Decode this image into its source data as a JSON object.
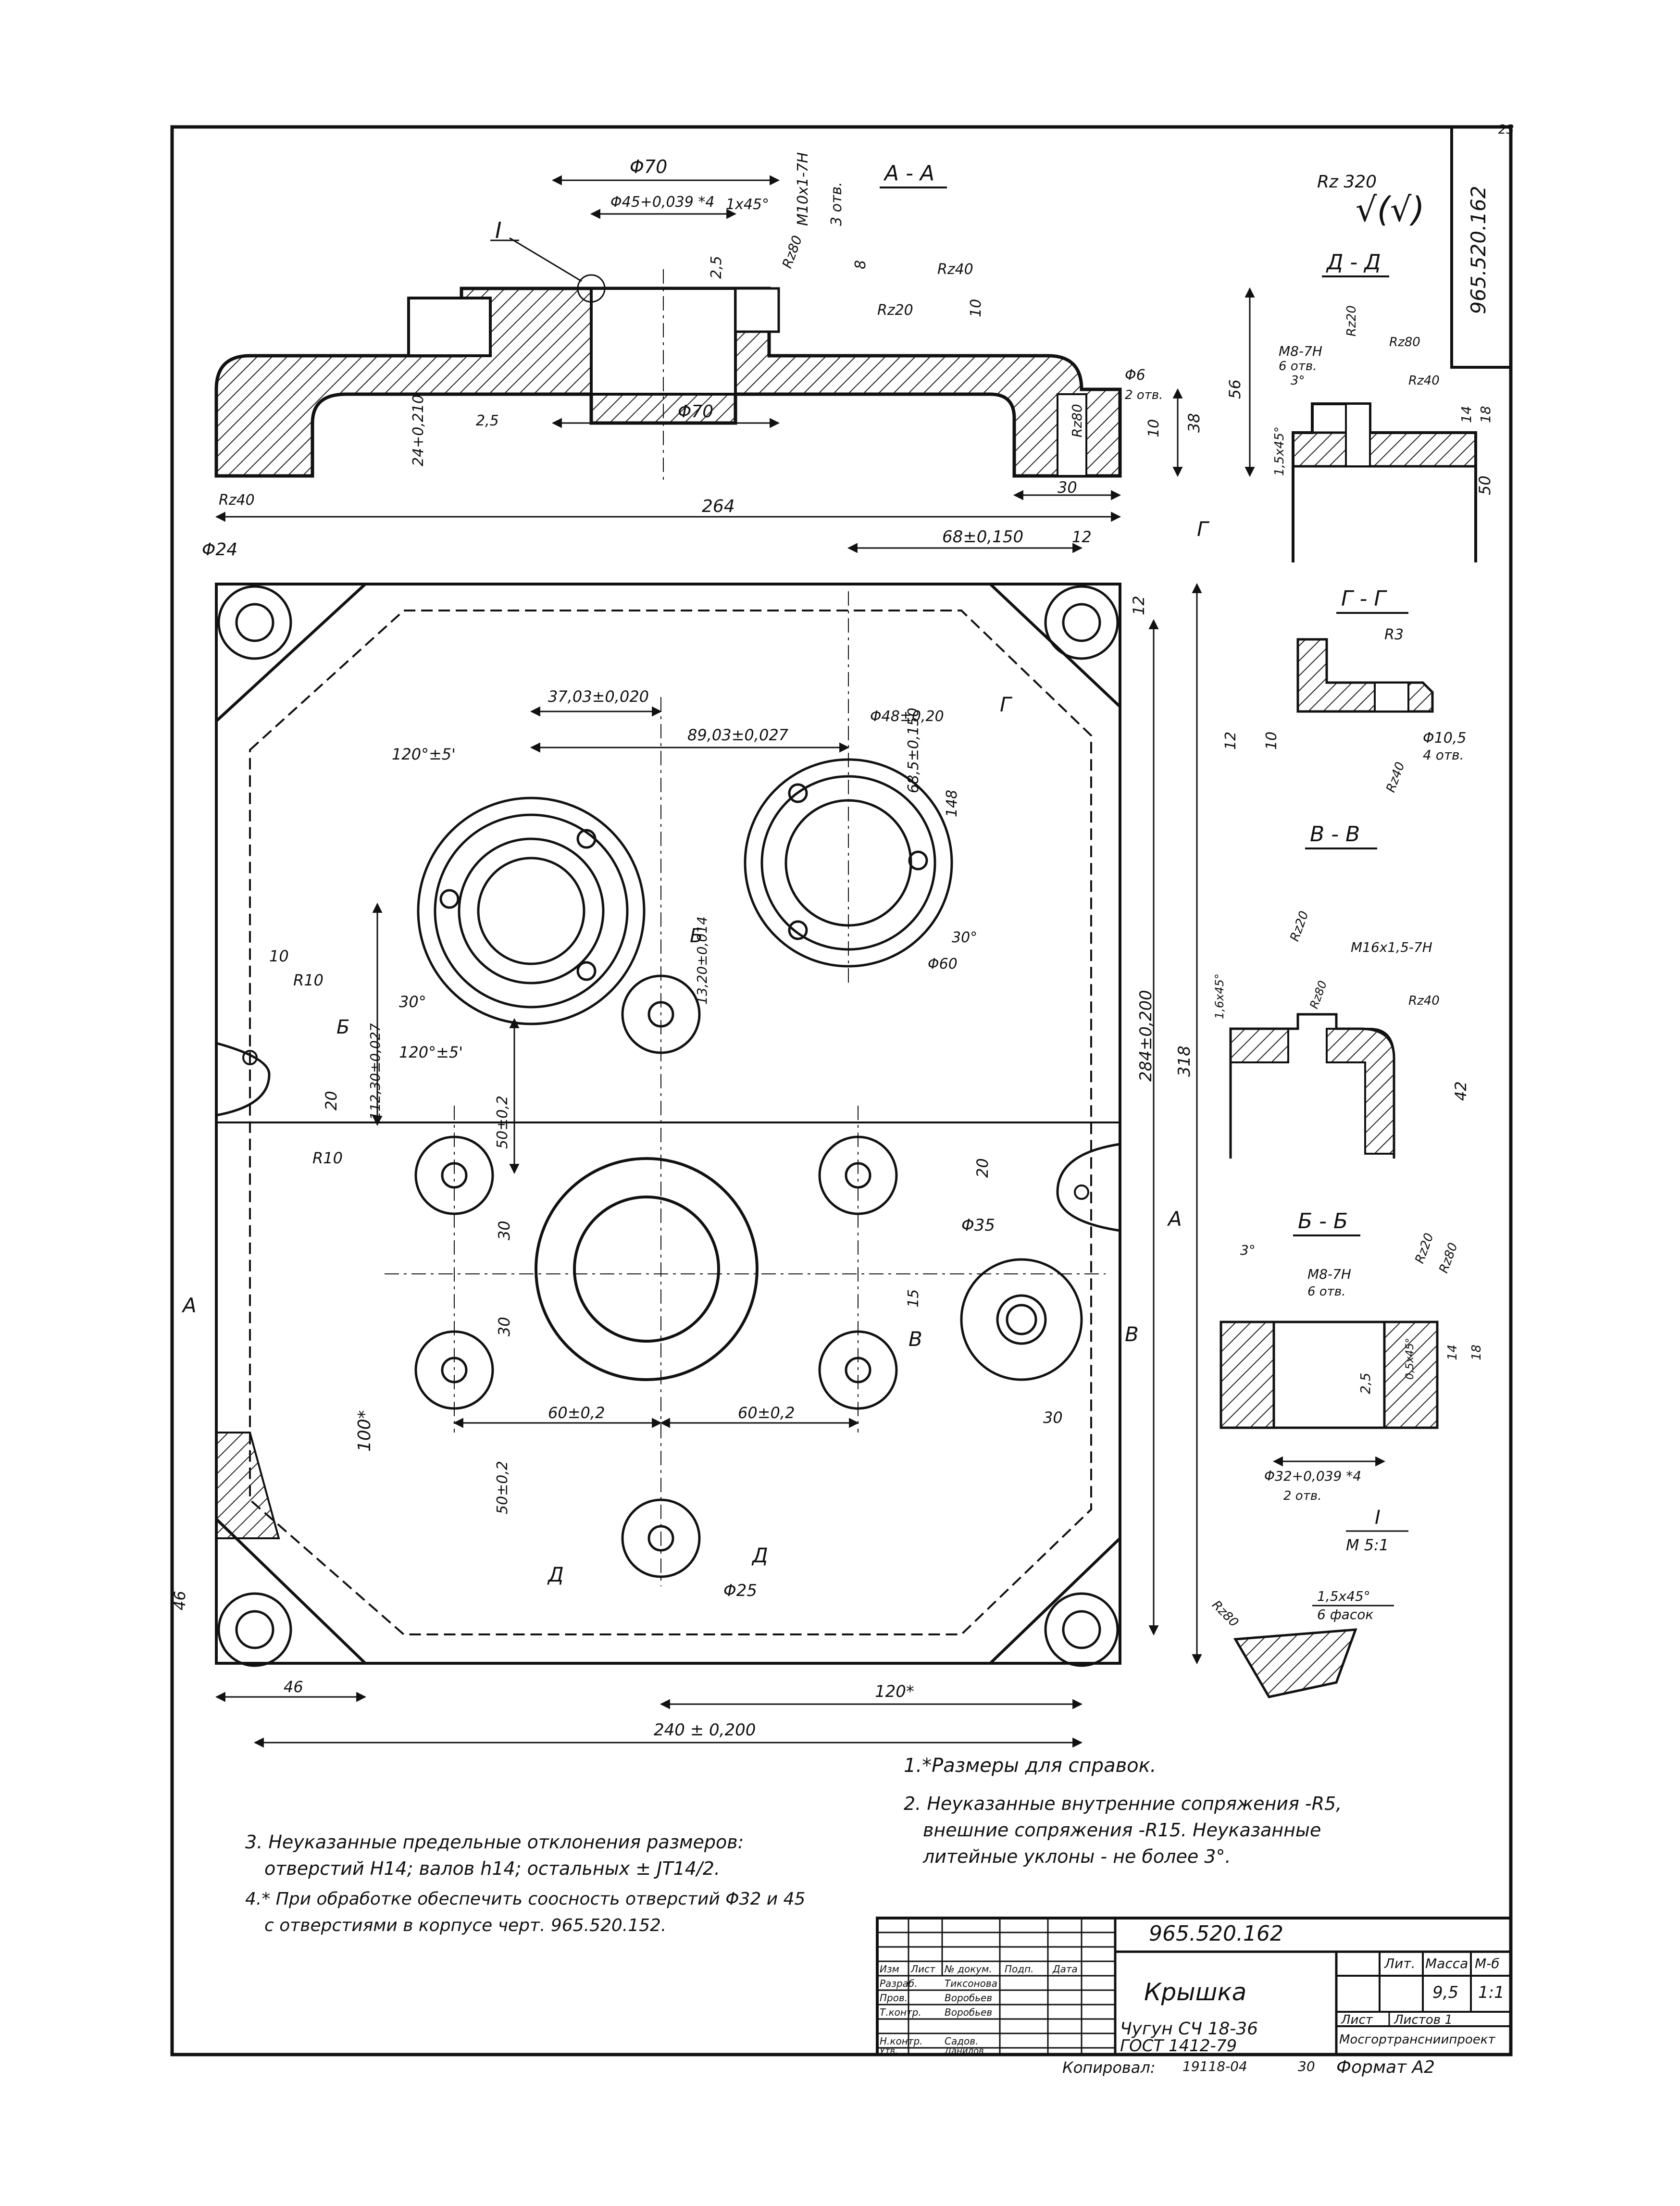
{
  "document": {
    "code": "965.520.162",
    "corner_mark": "23",
    "roughness_mark": "Rz 320",
    "roughness_suffix": "√(√)"
  },
  "sections": {
    "aa": "А - А",
    "dd": "Д - Д",
    "gg": "Г - Г",
    "vv": "В - В",
    "bb": "Б - Б",
    "detail_i": "I",
    "detail_scale": "М 5:1",
    "detail_i_label": "I"
  },
  "dims_top": {
    "d70_top": "Φ70",
    "d45": "Φ45+0,039 *4",
    "chamfer": "1x45°",
    "thread_m10": "M10x1-7H",
    "m10_holes": "3 отв.",
    "r25": "2,5",
    "rz80": "Rz80",
    "d8": "8",
    "rz40a": "Rz40",
    "d10": "10",
    "rz20": "Rz20",
    "d70_bot": "Φ70",
    "d25_left": "2,5",
    "d24": "24+0,210",
    "d6": "Φ6",
    "d6_holes": "2 отв.",
    "rz80b": "Rz80",
    "d10b": "10",
    "d38": "38",
    "d56": "56",
    "d30": "30",
    "d264": "264",
    "rz40b": "Rz40"
  },
  "dims_plan": {
    "d24": "Φ24",
    "d68": "68±0,150",
    "d12a": "12",
    "d12b": "12",
    "g_mark": "Г",
    "d3703": "37,03±0,020",
    "d8903": "89,03±0,027",
    "d48": "Φ48±0,20",
    "d685": "68,5±0,150",
    "d148": "148",
    "a120a": "120°±5'",
    "a30a": "30°",
    "a120b": "120°±5'",
    "a30b": "30°",
    "d60": "Φ60",
    "d1320": "13,20±0,014",
    "b_mark": "Б",
    "d10": "10",
    "r10a": "R10",
    "r10b": "R10",
    "d20a": "20",
    "d11230": "112,30±0,027",
    "d502a": "50±0,2",
    "d284": "284±0,200",
    "d318": "318",
    "d20b": "20",
    "a_mark": "А",
    "d35": "Φ35",
    "d30a": "30",
    "d30b": "30",
    "d15": "15",
    "v_mark": "В",
    "d100": "100*",
    "d602a": "60±0,2",
    "d602b": "60±0,2",
    "d30c": "30",
    "d502b": "50±0,2",
    "d_mark": "Д",
    "d25": "Φ25",
    "d46a": "46",
    "d46b": "46",
    "d120": "120*",
    "d240": "240 ± 0,200"
  },
  "dims_dd": {
    "m8": "M8-7H",
    "holes": "6 отв.",
    "a3": "3°",
    "rz20": "Rz20",
    "rz80": "Rz80",
    "rz40": "Rz40",
    "ch": "1,5x45°",
    "d14": "14",
    "d18": "18",
    "d50": "50"
  },
  "dims_gg": {
    "r3": "R3",
    "d12": "12",
    "d10": "10",
    "rz40": "Rz40",
    "d105": "Φ10,5",
    "holes": "4 отв."
  },
  "dims_vv": {
    "rz20": "Rz20",
    "m16": "M16x1,5-7H",
    "ch": "1,6x45°",
    "rz80": "Rz80",
    "rz40": "Rz40",
    "d42": "42"
  },
  "dims_bb": {
    "a3": "3°",
    "rz20": "Rz20",
    "rz80": "Rz80",
    "m8": "M8-7H",
    "holes": "6 отв.",
    "d25": "2,5",
    "d14": "14",
    "d18": "18",
    "ch": "0,5x45°",
    "d32": "Φ32+0,039 *4",
    "d32_holes": "2 отв."
  },
  "dims_detail": {
    "rz80": "Rz80",
    "ch": "1,5x45°",
    "ch_count": "6 фасок"
  },
  "notes": {
    "n1": "1.*Размеры для справок.",
    "n2_l1": "2. Неуказанные внутренние сопряжения -R5,",
    "n2_l2": "внешние сопряжения -R15. Неуказанные",
    "n2_l3": "литейные уклоны - не более 3°.",
    "n3_l1": "3. Неуказанные предельные отклонения размеров:",
    "n3_l2": "отверстий H14; валов h14; остальных ± JT14/2.",
    "n4_l1": "4.* При обработке обеспечить соосность отверстий Φ32 и 45",
    "n4_l2": "с отверстиями в корпусе черт. 965.520.152."
  },
  "title_block": {
    "designation": "965.520.162",
    "name": "Крышка",
    "material_l1": "Чугун СЧ 18-36",
    "material_l2": "ГОСТ 1412-79",
    "h_lit": "Лит.",
    "h_mass": "Масса",
    "h_scale": "М-б",
    "mass": "9,5",
    "scale": "1:1",
    "sheet": "Лист",
    "sheets": "Листов 1",
    "org": "Мосгортрансниипроект",
    "col_izm": "Изм",
    "col_list": "Лист",
    "col_doc": "№ докум.",
    "col_sign": "Подп.",
    "col_date": "Дата",
    "role_dev": "Разраб.",
    "role_check": "Пров.",
    "role_tcontrol": "Т.контр.",
    "role_ncontrol": "Н.контр.",
    "role_approve": "Утв.",
    "name_dev": "Тиксонова",
    "name_check": "Воробьев",
    "name_tcontrol": "Воробьев",
    "name_ncontrol": "Садов.",
    "name_approve": "Данилов",
    "copied_label": "Копировал:",
    "copied_num": "19118-04",
    "copied_page": "30",
    "format": "Формат А2"
  }
}
